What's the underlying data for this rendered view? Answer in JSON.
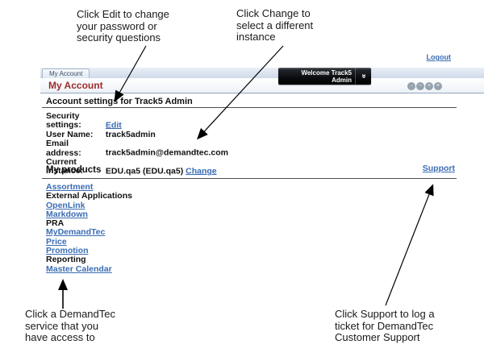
{
  "callouts": {
    "edit": "Click Edit to change\nyour password or\nsecurity questions",
    "change": "Click Change to\nselect a different\ninstance",
    "products": "Click a DemandTec\nservice that you\nhave access to",
    "support": "Click Support to log a\nticket for DemandTec\nCustomer Support"
  },
  "header": {
    "logout_label": "Logout",
    "tab_label": "My Account",
    "page_title": "My Account",
    "welcome_label": "Welcome Track5\nAdmin"
  },
  "icons": {
    "double_chevron_down": "«",
    "customize": "···",
    "minimize": "−",
    "maximize": "+",
    "close": "×"
  },
  "account": {
    "section_title": "Account settings for Track5 Admin",
    "rows": [
      {
        "label": "Security settings:",
        "link": "Edit"
      },
      {
        "label": "User Name:",
        "value": "track5admin"
      },
      {
        "label": "Email address:",
        "value": "track5admin@demandtec.com"
      },
      {
        "label": "Current instance:",
        "value": "EDU.qa5 (EDU.qa5) ",
        "link": "Change"
      }
    ]
  },
  "products": {
    "section_title": "My products",
    "support_label": "Support",
    "items": [
      {
        "label": "Assortment",
        "type": "link"
      },
      {
        "label": "External Applications",
        "type": "category"
      },
      {
        "label": "OpenLink",
        "type": "link"
      },
      {
        "label": "Markdown",
        "type": "link"
      },
      {
        "label": "PRA",
        "type": "category"
      },
      {
        "label": "MyDemandTec",
        "type": "link"
      },
      {
        "label": "Price",
        "type": "link"
      },
      {
        "label": "Promotion",
        "type": "link"
      },
      {
        "label": "Reporting",
        "type": "category"
      },
      {
        "label": "Master Calendar",
        "type": "link"
      }
    ]
  },
  "colors": {
    "link_blue": "#3a6cb4",
    "title_maroon": "#9e2b2b",
    "arrow_black": "#000000"
  }
}
